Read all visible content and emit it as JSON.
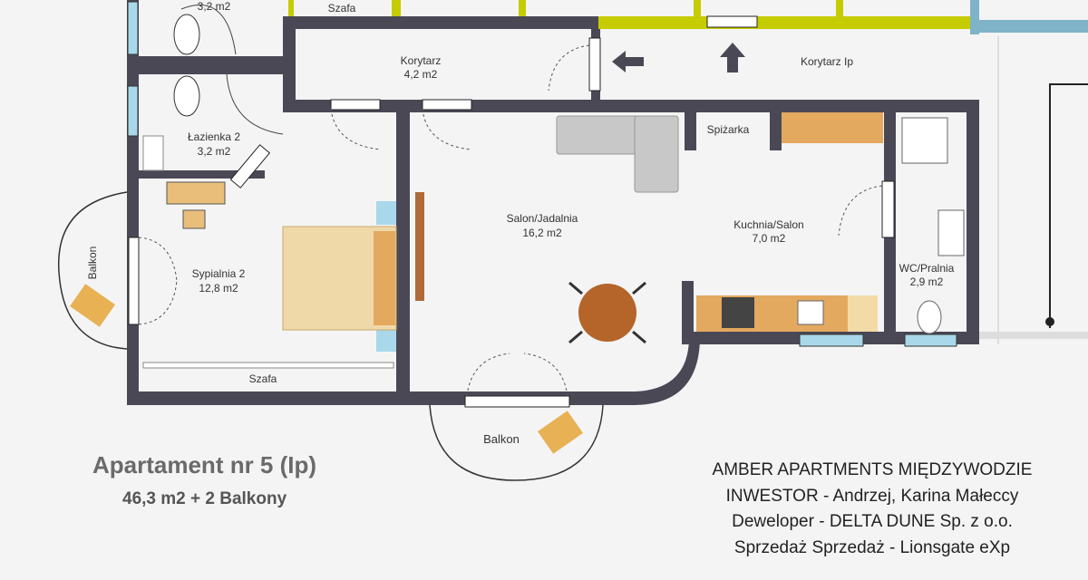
{
  "plan": {
    "top_partial_area": "3,2 m2",
    "top_partial_label": "Szafa",
    "rooms": {
      "korytarz": {
        "name": "Korytarz",
        "area": "4,2 m2"
      },
      "korytarz_ip": {
        "name": "Korytarz Ip"
      },
      "lazienka": {
        "name": "Łazienka 2",
        "area": "3,2 m2"
      },
      "sypialnia": {
        "name": "Sypialnia 2",
        "area": "12,8 m2"
      },
      "salon": {
        "name": "Salon/Jadalnia",
        "area": "16,2 m2"
      },
      "kuchnia": {
        "name": "Kuchnia/Salon",
        "area": "7,0 m2"
      },
      "wc": {
        "name": "WC/Pralnia",
        "area": "2,9 m2"
      },
      "spizarka": {
        "name": "Spiżarka"
      },
      "szafa": {
        "name": "Szafa"
      },
      "balkon_left": {
        "name": "Balkon"
      },
      "balkon_bottom": {
        "name": "Balkon"
      }
    },
    "colors": {
      "wall": "#4b4856",
      "window": "#a8d8ea",
      "neighbor_wall": "#c5cc00",
      "neighbor_wall_2": "#7fb3c8",
      "wood": "#e3a95f"
    }
  },
  "apartment": {
    "title": "Apartament nr 5 (Ip)",
    "subtitle": "46,3 m2  + 2 Balkony"
  },
  "info": {
    "line1": "AMBER APARTMENTS MIĘDZYWODZIE",
    "line2": "INWESTOR - Andrzej, Karina Małeccy",
    "line3": "Deweloper - DELTA DUNE Sp. z o.o.",
    "line4": "Sprzedaż Sprzedaż - Lionsgate eXp"
  }
}
